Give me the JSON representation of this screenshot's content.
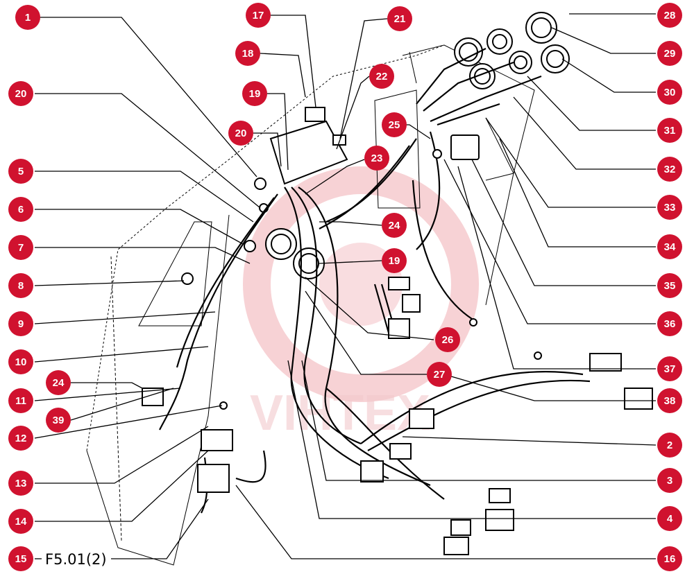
{
  "diagram": {
    "reference_code": "F5.01(2)",
    "watermark_text": "VIHTEX",
    "colors": {
      "callout": "#d0122f",
      "callout_text": "#ffffff",
      "lines": "#000000",
      "watermark": "#f5c6c9"
    },
    "callouts": [
      "1",
      "20",
      "5",
      "6",
      "7",
      "8",
      "9",
      "10",
      "24",
      "11",
      "39",
      "12",
      "13",
      "14",
      "15",
      "17",
      "18",
      "19",
      "20",
      "21",
      "22",
      "23",
      "25",
      "24",
      "19",
      "26",
      "27",
      "28",
      "29",
      "30",
      "31",
      "32",
      "33",
      "34",
      "35",
      "36",
      "37",
      "38",
      "2",
      "3",
      "4",
      "16"
    ]
  }
}
